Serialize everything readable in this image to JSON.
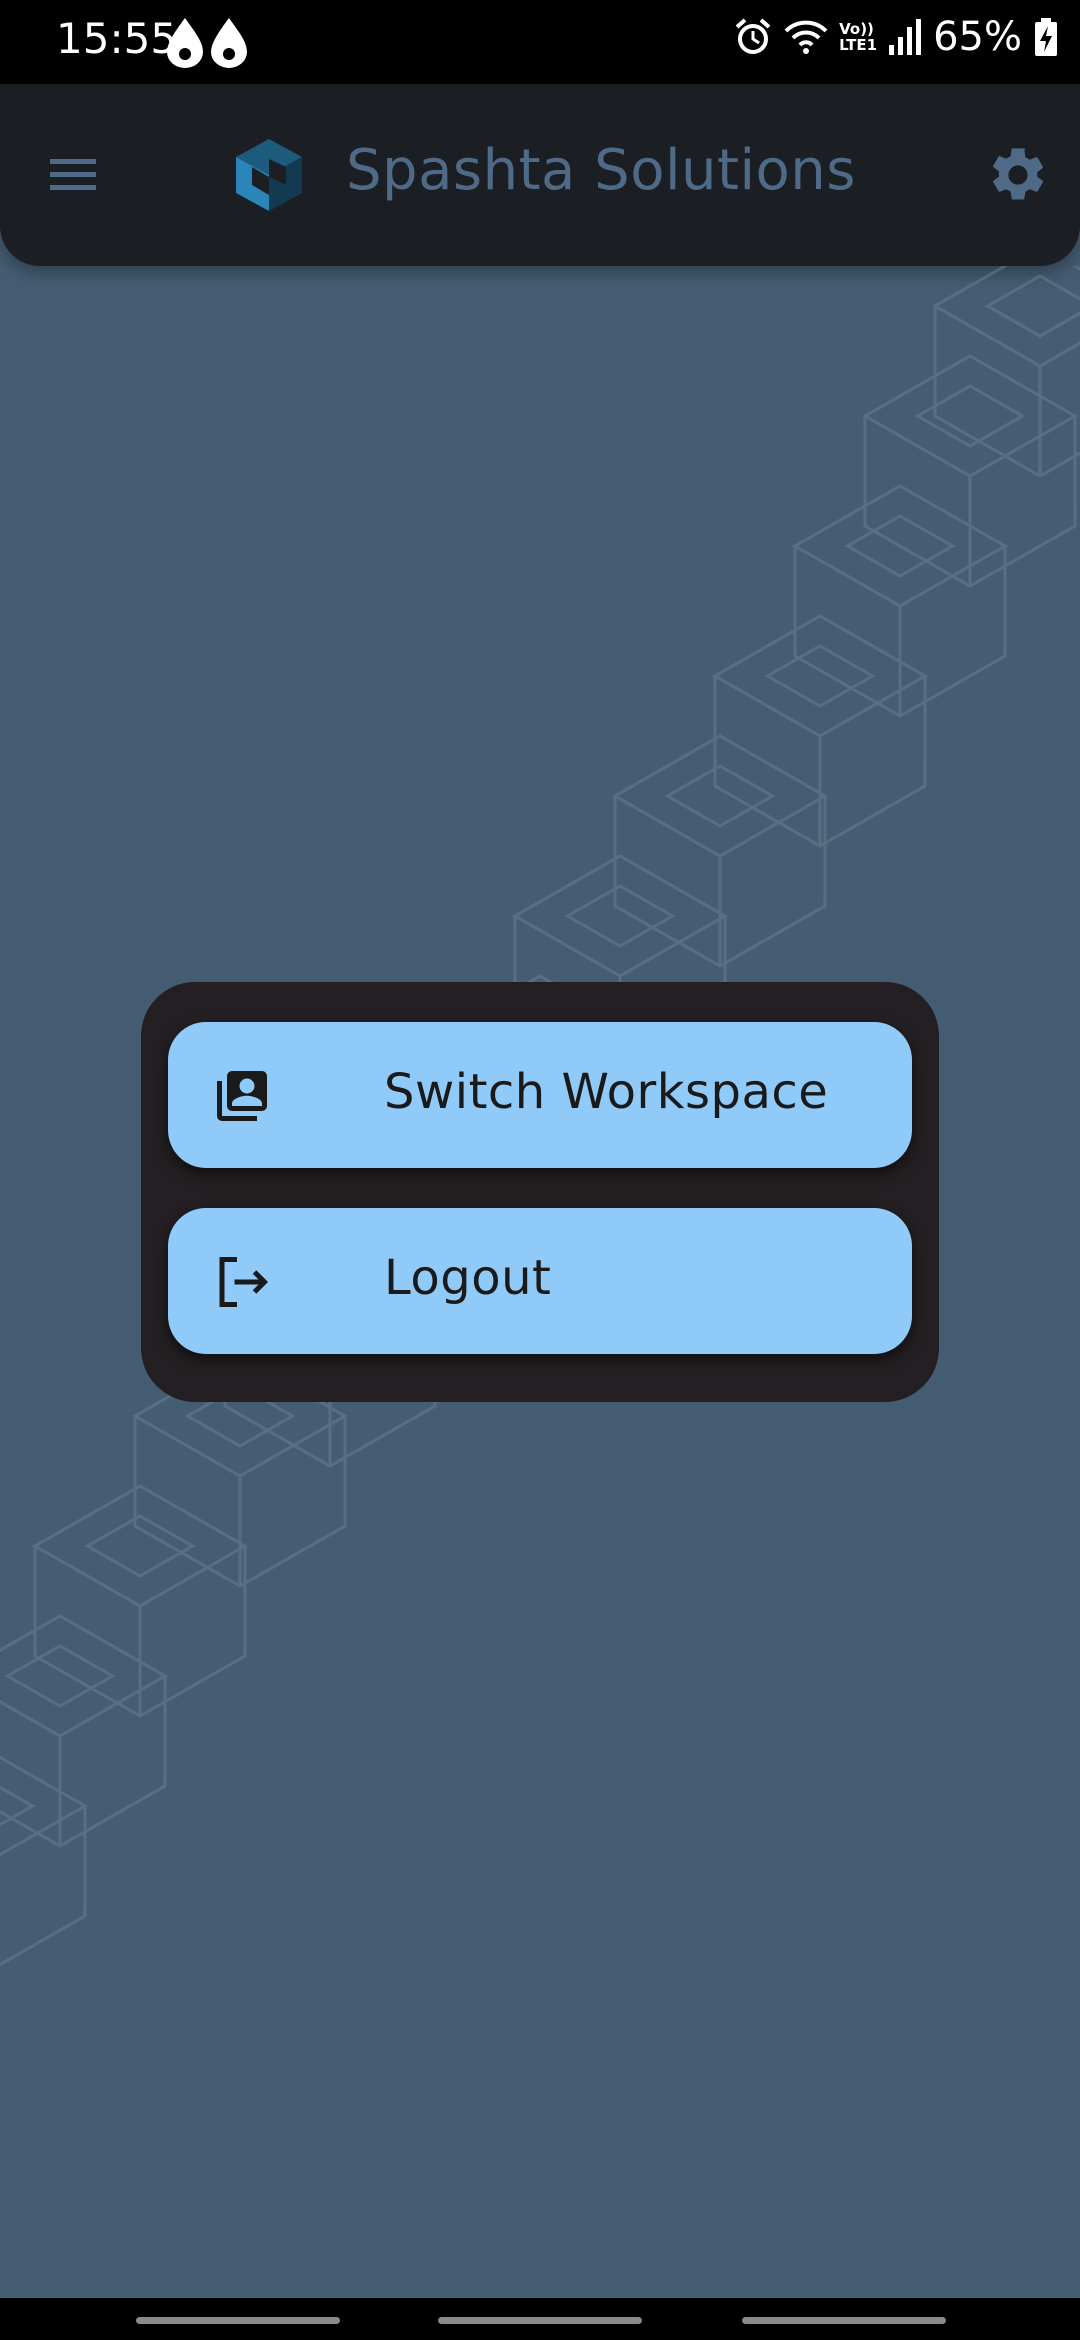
{
  "status_bar": {
    "time": "15:55",
    "battery_percent": "65%",
    "icons": [
      "fire-icon",
      "fire-icon",
      "alarm-icon",
      "wifi-icon",
      "volte-icon",
      "signal-icon",
      "battery-charging-icon"
    ],
    "volte_label_top": "Vo))",
    "volte_label_bottom": "LTE1"
  },
  "app_bar": {
    "title": "Spashta Solutions",
    "menu_icon": "hamburger-menu-icon",
    "settings_icon": "gear-icon",
    "title_color": "#4e6a86"
  },
  "menu": {
    "items": [
      {
        "label": "Switch Workspace",
        "icon": "account-box-multiple-icon"
      },
      {
        "label": "Logout",
        "icon": "logout-icon"
      }
    ],
    "button_color": "#90caf9",
    "card_color": "#231f22"
  },
  "colors": {
    "background": "#455d73",
    "app_bar": "#1b1e23"
  }
}
